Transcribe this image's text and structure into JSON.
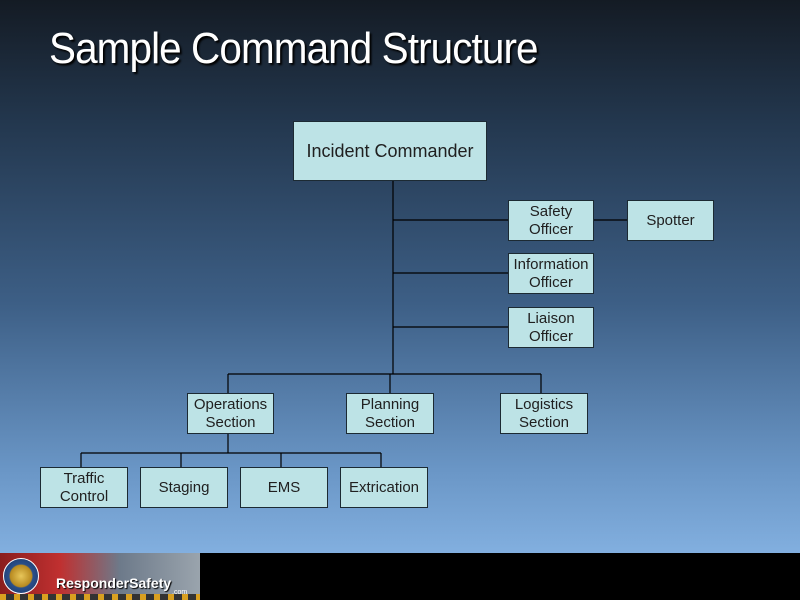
{
  "slide": {
    "title": "Sample Command Structure"
  },
  "org_chart": {
    "root": "Incident Commander",
    "staff": [
      "Safety Officer",
      "Spotter",
      "Information Officer",
      "Liaison Officer"
    ],
    "sections": [
      "Operations Section",
      "Planning Section",
      "Logistics Section"
    ],
    "operations_units": [
      "Traffic Control",
      "Staging",
      "EMS",
      "Extrication"
    ]
  },
  "footer": {
    "logo_text": "ResponderSafety",
    "logo_suffix": ".com"
  },
  "colors": {
    "node_fill": "#bde3e6",
    "node_border": "#1c2a33",
    "connector": "#000000",
    "title_text": "#ffffff",
    "footer_bg": "#000000"
  }
}
